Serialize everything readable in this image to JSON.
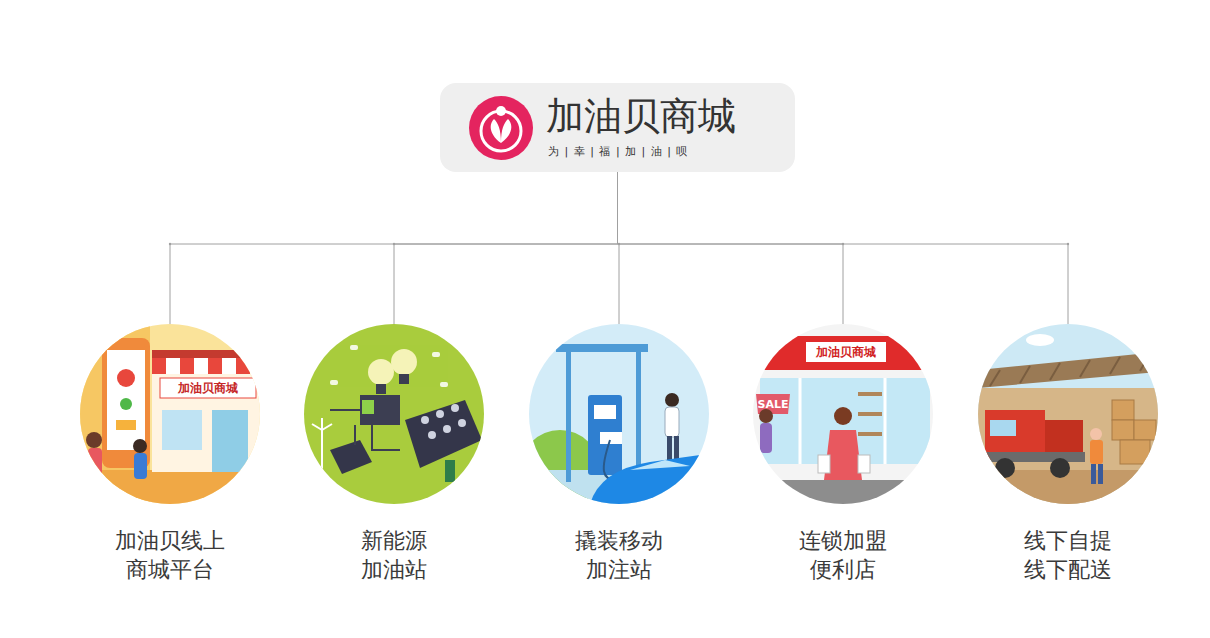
{
  "diagram": {
    "nodes": [
      {
        "text": [
          "加油贝商城",
          "为 | 幸 | 福 | 加 | 油 | 呗"
        ]
      },
      {
        "text": [
          "加油贝线上 商城平台"
        ]
      },
      {
        "text": [
          "新能源 加油站"
        ]
      },
      {
        "text": [
          "撬装移动 加注站"
        ]
      },
      {
        "text": [
          "连锁加盟 便利店"
        ]
      },
      {
        "text": [
          "线下自提 线下配送"
        ]
      }
    ],
    "edges": [
      {
        "from": 0,
        "to": 1,
        "arrow": "none"
      },
      {
        "from": 0,
        "to": 2,
        "arrow": "none"
      },
      {
        "from": 0,
        "to": 3,
        "arrow": "none"
      },
      {
        "from": 0,
        "to": 4,
        "arrow": "none"
      },
      {
        "from": 0,
        "to": 5,
        "arrow": "none"
      }
    ],
    "labels": [
      "加油贝商城",
      "SALE",
      "加油贝商城"
    ]
  }
}
